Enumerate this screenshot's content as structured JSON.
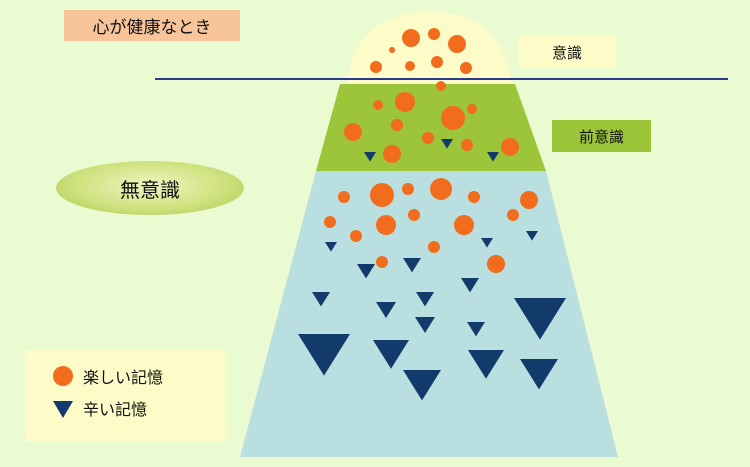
{
  "title": "心が健康なとき",
  "layers": {
    "conscious": "意識",
    "preconscious": "前意識",
    "unconscious": "無意識"
  },
  "legend": {
    "joyful_memory": "楽しい記憶",
    "painful_memory": "辛い記憶"
  },
  "colors": {
    "background": "#eafbd2",
    "conscious_fill": "#fdfbc7",
    "preconscious_fill": "#9cc53a",
    "unconscious_fill": "#b9dfe0",
    "joyful_memory": "#f26c1d",
    "painful_memory": "#123a6b",
    "threshold_line": "#2b3a8c",
    "title_fill": "#f8c49a"
  },
  "icons": {
    "joyful_memory": "orange-circle",
    "painful_memory": "navy-down-triangle"
  }
}
